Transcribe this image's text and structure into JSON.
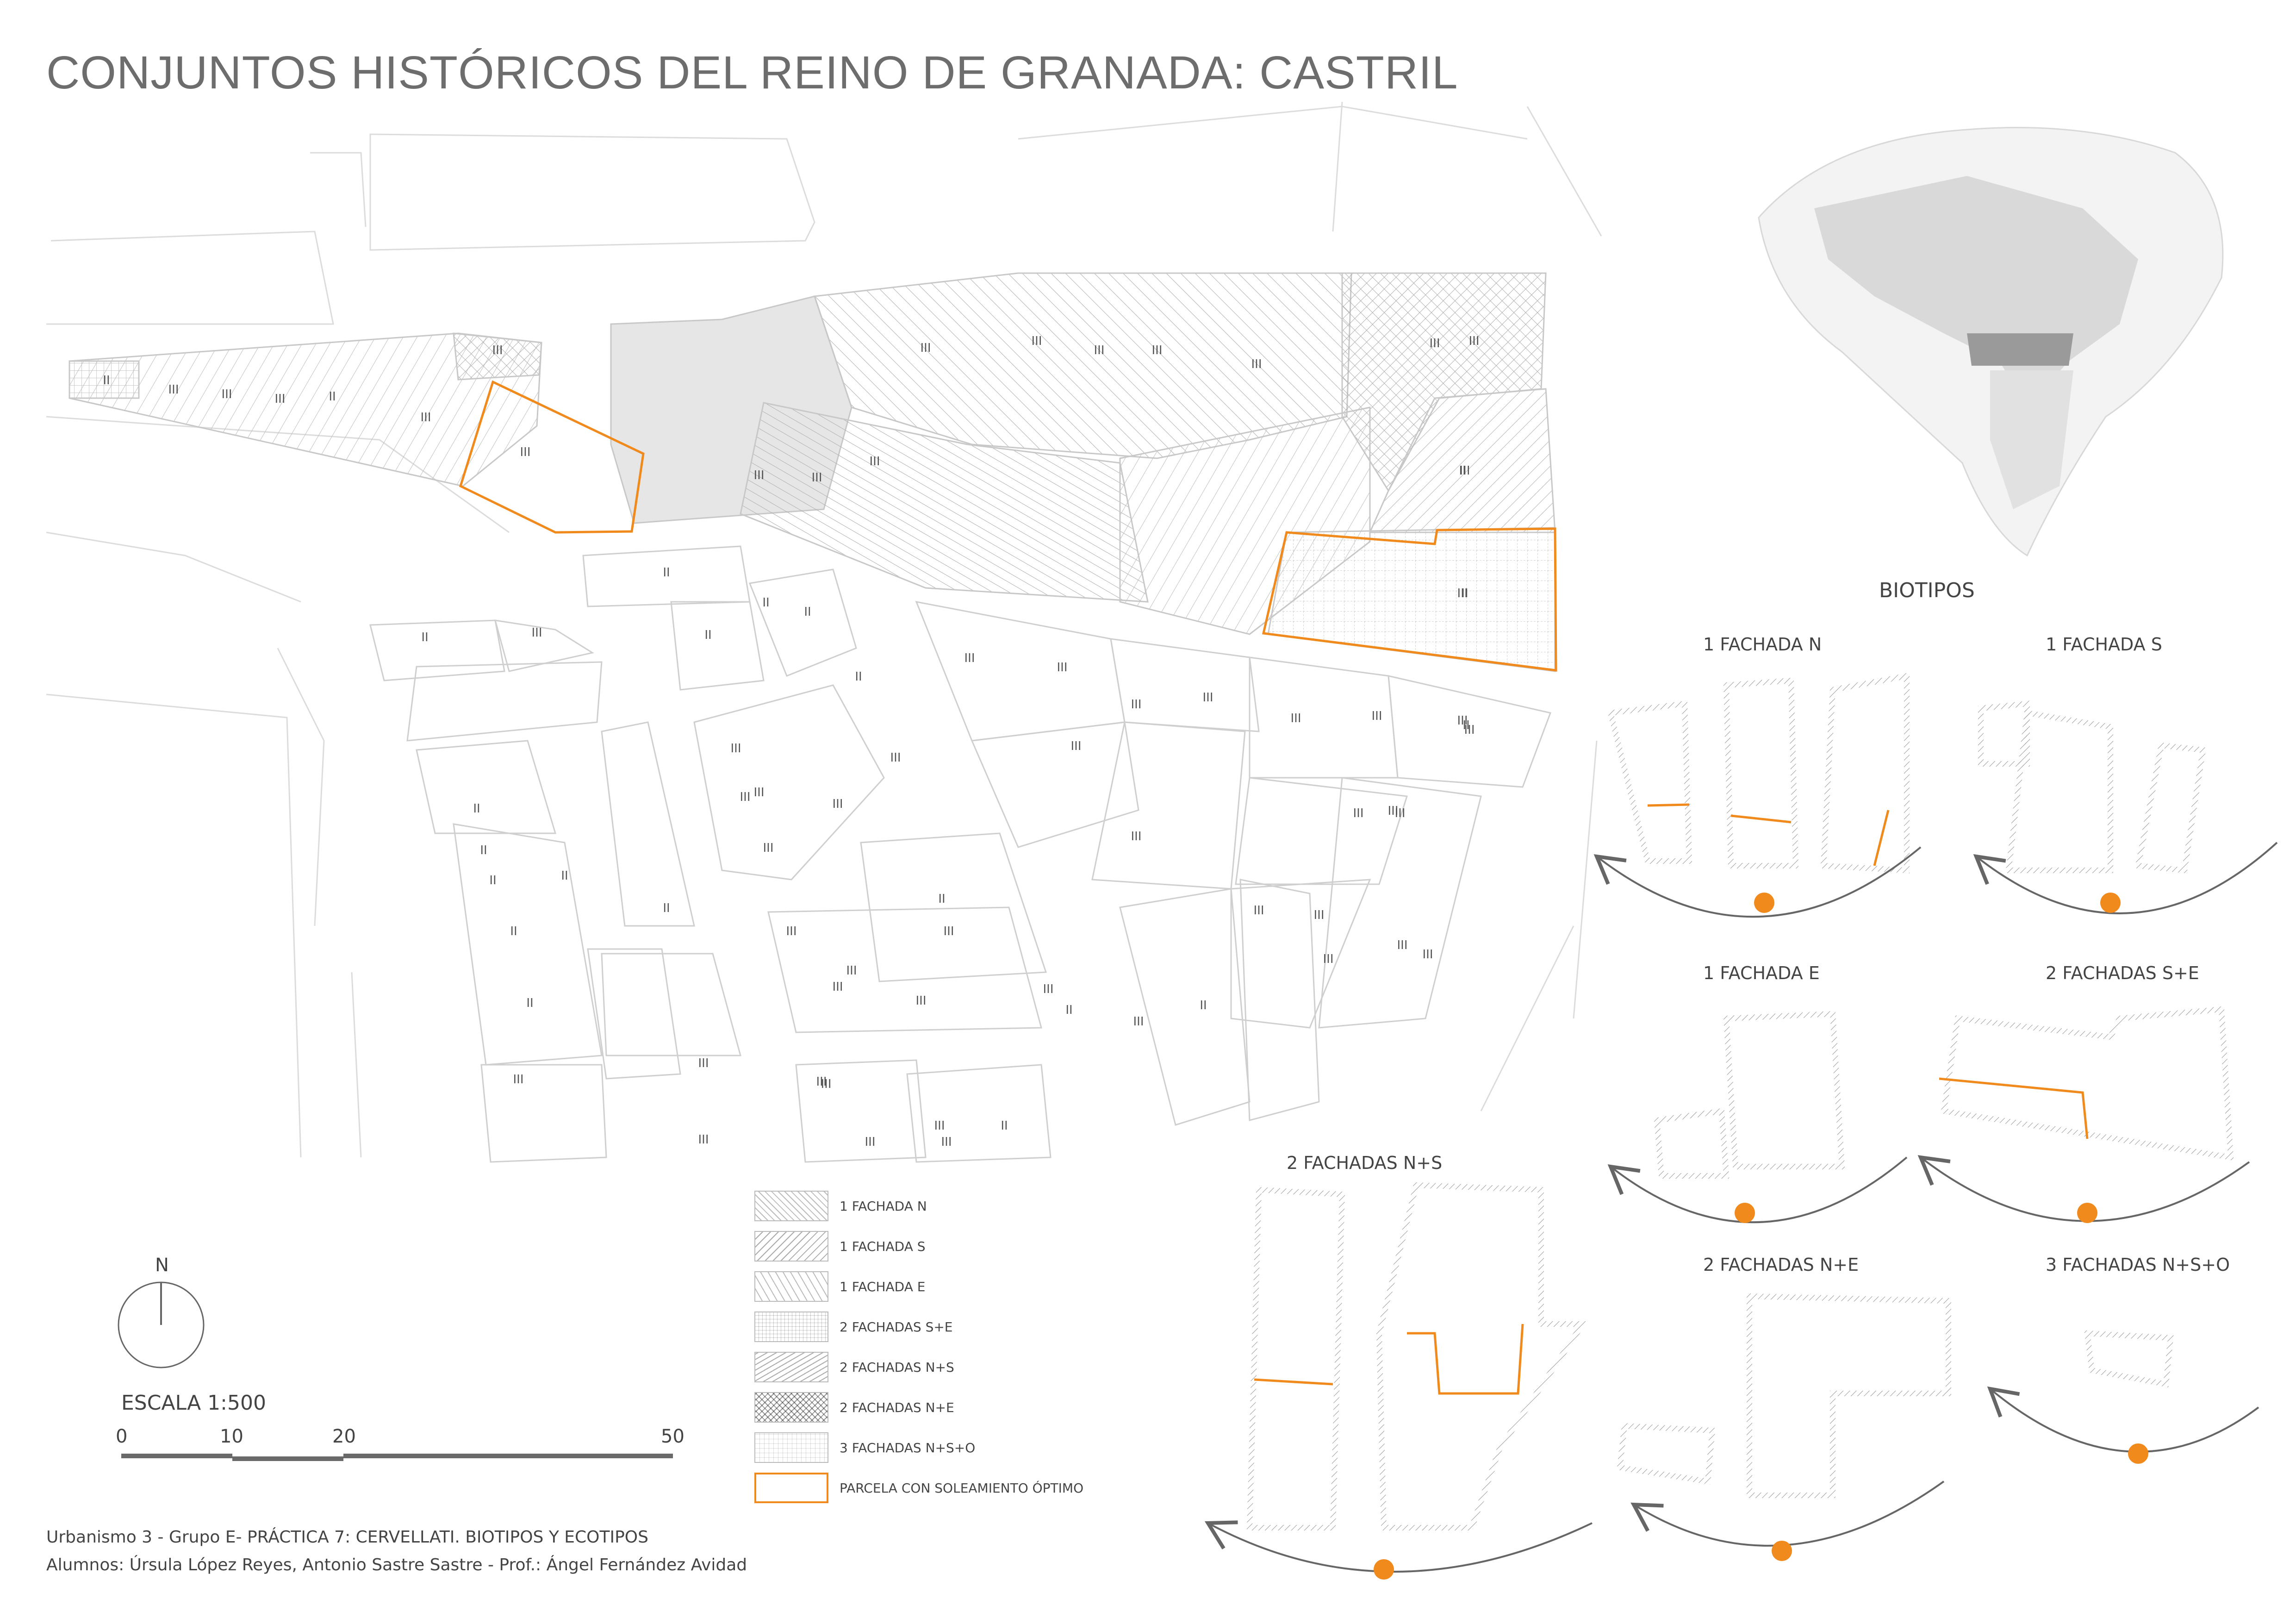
{
  "title": "CONJUNTOS HISTÓRICOS DEL REINO DE GRANADA: CASTRIL",
  "biotipos_heading": "BIOTIPOS",
  "biotipos": [
    "1 FACHADA N",
    "1 FACHADA S",
    "1 FACHADA E",
    "2 FACHADAS S+E",
    "2 FACHADAS N+S",
    "2 FACHADAS N+E",
    "3 FACHADAS N+S+O"
  ],
  "legend": [
    {
      "label": "1 FACHADA N",
      "pattern": "hatchN"
    },
    {
      "label": "1 FACHADA S",
      "pattern": "hatchS"
    },
    {
      "label": "1 FACHADA E",
      "pattern": "hatchE"
    },
    {
      "label": "2 FACHADAS S+E",
      "pattern": "gridSE"
    },
    {
      "label": "2 FACHADAS N+S",
      "pattern": "hatchNS"
    },
    {
      "label": "2 FACHADAS N+E",
      "pattern": "crossNE"
    },
    {
      "label": "3 FACHADAS N+S+O",
      "pattern": "gridNSO"
    },
    {
      "label": "PARCELA CON SOLEAMIENTO ÓPTIMO",
      "pattern": "orange"
    }
  ],
  "north_label": "N",
  "scale_label": "ESCALA 1:500",
  "scale_ticks": [
    "0",
    "10",
    "20",
    "50"
  ],
  "footer_line1": "Urbanismo 3 - Grupo E- PRÁCTICA 7: CERVELLATI. BIOTIPOS Y ECOTIPOS",
  "footer_line2": "Alumnos: Úrsula López Reyes, Antonio Sastre Sastre - Prof.: Ángel Fernández Avidad",
  "colors": {
    "orange": "#f08a1c",
    "line": "#c8c8c8",
    "hatch": "#b0b0b0",
    "grey_block": "#e6e6e6"
  },
  "floor_labels": [
    "II",
    "III",
    "III",
    "III",
    "II",
    "III",
    "III",
    "III",
    "III",
    "III",
    "III",
    "III",
    "III",
    "III",
    "III",
    "III",
    "III",
    "III",
    "II",
    "II",
    "II",
    "III",
    "II",
    "II",
    "II",
    "III",
    "III",
    "III",
    "III",
    "III",
    "III",
    "III",
    "III",
    "III",
    "III",
    "III",
    "III",
    "III",
    "III",
    "III",
    "III",
    "II",
    "II",
    "II",
    "II",
    "II",
    "II",
    "II",
    "III",
    "II",
    "III",
    "III",
    "III",
    "III",
    "III",
    "III",
    "III",
    "III",
    "III",
    "II",
    "III",
    "III",
    "III",
    "III",
    "III",
    "III",
    "II",
    "III",
    "III",
    "III",
    "II",
    "III",
    "III",
    "III",
    "III",
    "III",
    "II",
    "III",
    "II",
    "II"
  ]
}
